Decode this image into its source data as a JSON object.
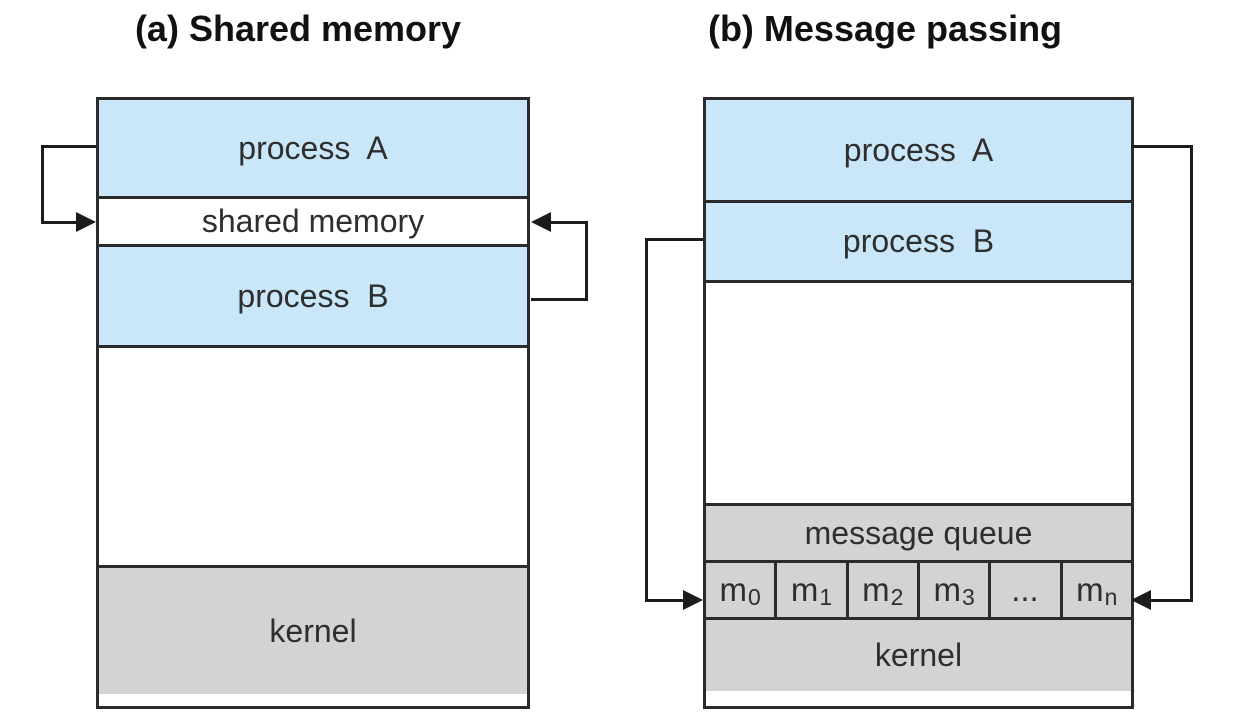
{
  "diagram_a": {
    "title": "(a) Shared memory",
    "bands": {
      "process_a": "process  A",
      "shared_memory": "shared memory",
      "process_b": "process  B",
      "kernel": "kernel"
    }
  },
  "diagram_b": {
    "title": "(b) Message passing",
    "bands": {
      "process_a": "process  A",
      "process_b": "process  B",
      "message_queue": "message queue",
      "kernel": "kernel"
    },
    "queue_cells": [
      {
        "base": "m",
        "sub": "0"
      },
      {
        "base": "m",
        "sub": "1"
      },
      {
        "base": "m",
        "sub": "2"
      },
      {
        "base": "m",
        "sub": "3"
      },
      {
        "base": "...",
        "sub": ""
      },
      {
        "base": "m",
        "sub": "n"
      }
    ]
  },
  "colors": {
    "process_fill": "#c9e7f8",
    "kernel_fill": "#d3d3d3",
    "line": "#2b2b2b",
    "arrow": "#1c1c1c",
    "background": "#ffffff"
  }
}
